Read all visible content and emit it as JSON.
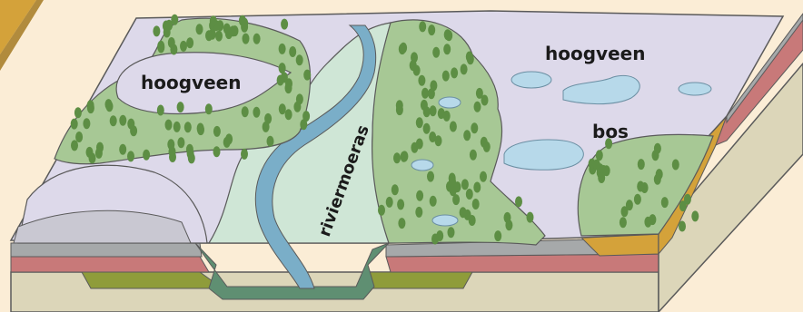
{
  "labels": {
    "hoogveen_left": "hoogveen",
    "hoogveen_right": "hoogveen",
    "bos": "bos",
    "riviermoeras": "riviermoeras"
  },
  "colors": {
    "background": "#fbedd6",
    "hoogveen": "#ddd9ea",
    "marsh": "#cfe6d6",
    "forest": "#a7c895",
    "tree": "#5d8e44",
    "river": "#7aaec8",
    "water": "#b7d9ea",
    "bank_pink": "#c87979",
    "bank_ochre": "#d4a23a",
    "soil": "#dcd6b9",
    "olive": "#8f9c3a",
    "grey_band": "#a6a9aa"
  }
}
